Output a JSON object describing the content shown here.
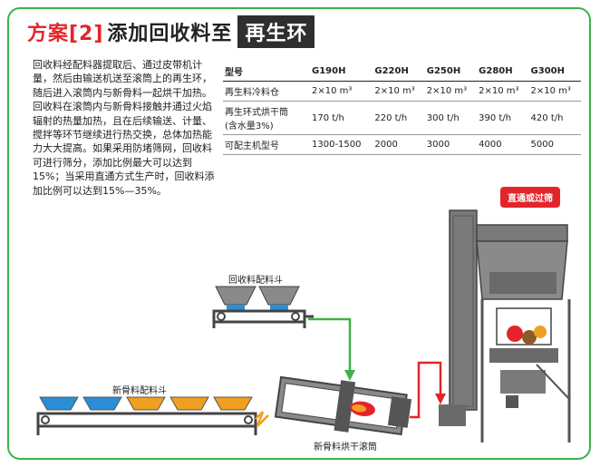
{
  "title": {
    "part1": "方案[2]",
    "part2": "添加回收料至",
    "part3": "再生环"
  },
  "intro": "回收料经配料器提取后、通过皮带机计量，然后由输送机送至滚筒上的再生环，随后进入滚筒内与新骨料一起烘干加热。 回收料在滚筒内与新骨料接触并通过火焰辐射的热量加热，且在后续输送、计量、搅拌等环节继续进行热交换，总体加热能力大大提高。如果采用防堵筛网，回收料可进行筛分，添加比例最大可以达到15%；当采用直通方式生产时，回收料添加比例可以达到15%—35%。",
  "table": {
    "header": [
      "型号",
      "G190H",
      "G220H",
      "G250H",
      "G280H",
      "G300H"
    ],
    "rows": [
      [
        "再生料冷料仓",
        "2×10 m³",
        "2×10 m³",
        "2×10 m³",
        "2×10 m³",
        "2×10 m³"
      ],
      [
        "再生环式烘干筒\n(含水量3%)",
        "170 t/h",
        "220 t/h",
        "300 t/h",
        "390 t/h",
        "420 t/h"
      ],
      [
        "可配主机型号",
        "1300-1500",
        "2000",
        "3000",
        "4000",
        "5000"
      ]
    ]
  },
  "diagram": {
    "badge": "直通或过筛",
    "recycle_bin_label": "回收料配料斗",
    "aggregate_bin_label": "新骨料配料斗",
    "drum_label": "新骨料烘干滚筒",
    "colors": {
      "green": "#3db24a",
      "red": "#e3252b",
      "blue": "#2a8fd6",
      "orange": "#f0a020",
      "dark": "#555555",
      "gray": "#8a8a8a"
    }
  }
}
